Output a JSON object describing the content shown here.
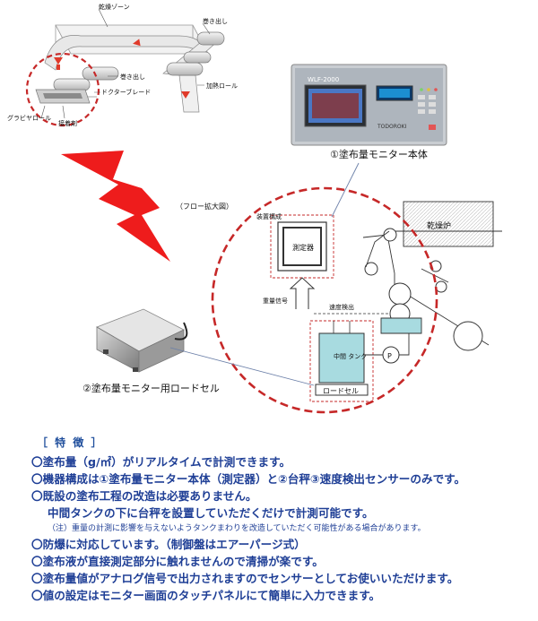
{
  "top_diagram": {
    "drying_zone": "乾燥ゾーン",
    "unwind_right": "巻き出し",
    "unwind_left": "巻き出し",
    "doctor_blade": "ドクターブレード",
    "gravure_roll": "グラビヤロール",
    "adhesive": "接着剤",
    "heating_roll": "加熱ロール"
  },
  "monitor_device": {
    "model": "WLF-2000",
    "brand": "TODOROKI",
    "caption": "①塗布量モニター本体"
  },
  "flow_diagram": {
    "title": "（フロー拡大図）",
    "device_config": "装置構成",
    "measuring_unit": "測定器",
    "weight_signal": "重量信号",
    "speed_detect": "速度検出",
    "dryer": "乾燥炉",
    "tank": "中間\nタンク",
    "load_cell": "ロードセル",
    "pump": "P"
  },
  "loadcell_photo": {
    "caption": "②塗布量モニター用ロードセル"
  },
  "features": {
    "title": "［ 特 徴 ］",
    "items": [
      "〇塗布量（g/㎡）がリアルタイムで計測できます。",
      "〇機器構成は①塗布量モニター本体（測定器）と②台秤③速度検出センサーのみです。",
      "〇既設の塗布工程の改造は必要ありません。"
    ],
    "sub": "中間タンクの下に台秤を設置していただくだけで計測可能です。",
    "note": "（注）重量の計測に影響を与えないようタンクまわりを改造していただく可能性がある場合があります。",
    "items2": [
      "〇防爆に対応しています。（制御盤はエアーパージ式）",
      "〇塗布液が直接測定部分に触れませんので清掃が楽です。",
      "〇塗布量値がアナログ信号で出力されますのでセンサーとしてお使いいただけます。",
      "〇値の設定はモニター画面のタッチパネルにて簡単に入力できます。"
    ]
  }
}
